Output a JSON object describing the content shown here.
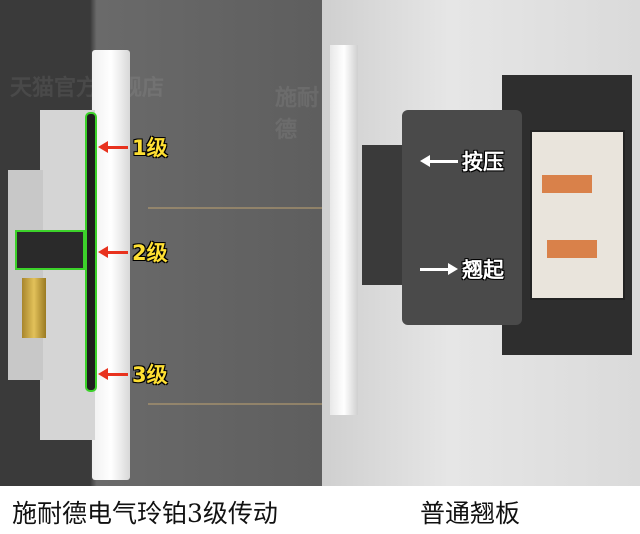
{
  "left_photo": {
    "labels": [
      "1级",
      "2级",
      "3级"
    ],
    "watermarks": [
      "天猫官方旗舰店",
      "施耐德"
    ],
    "arrow_color": "#e8321e",
    "label_color": "#ffe033",
    "outline_color": "#3cd22a"
  },
  "right_photo": {
    "labels": [
      "按压",
      "翘起"
    ],
    "arrow_color": "#ffffff"
  },
  "captions": {
    "left": "施耐德电气玲铂3级传动",
    "right": "普通翘板"
  }
}
